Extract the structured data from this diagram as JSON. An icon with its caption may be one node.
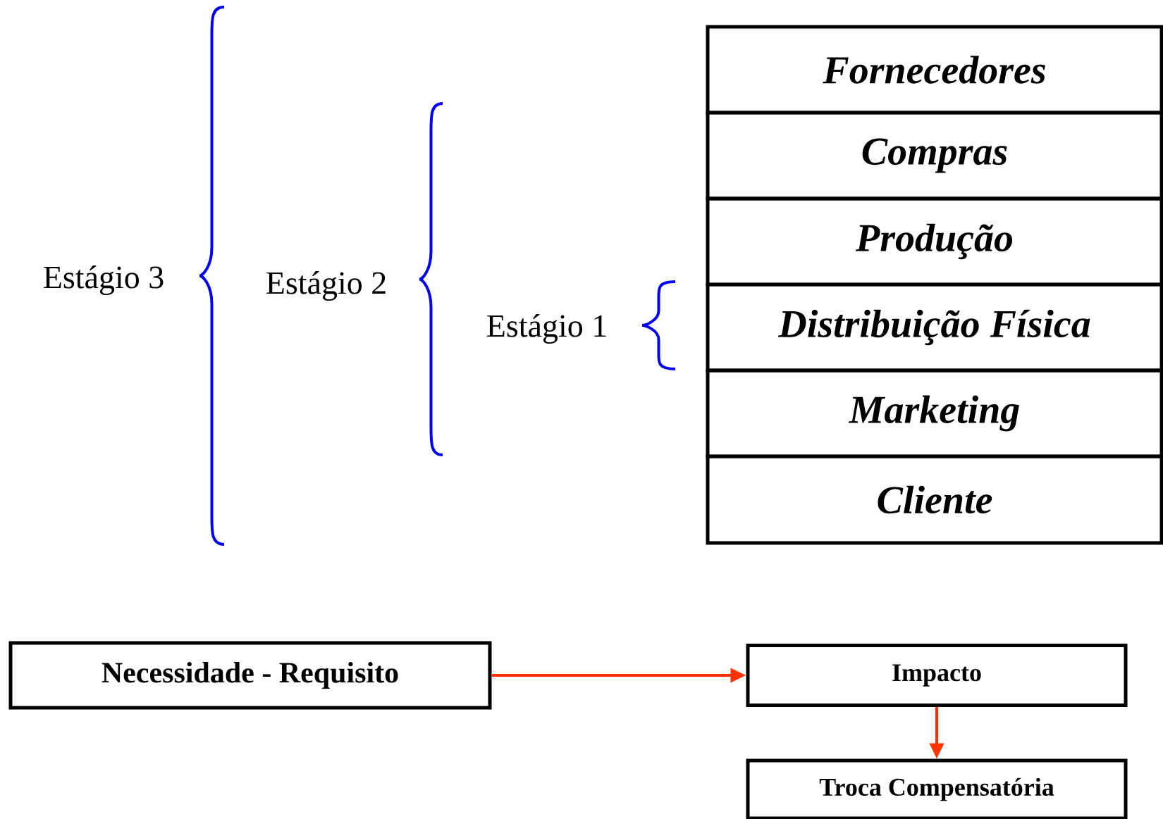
{
  "diagram": {
    "nodes": [
      {
        "text": [
          "Fornecedores"
        ]
      },
      {
        "text": [
          "Compras"
        ]
      },
      {
        "text": [
          "Produção"
        ]
      },
      {
        "text": [
          "Distribuição Física"
        ]
      },
      {
        "text": [
          "Marketing"
        ]
      },
      {
        "text": [
          "Cliente"
        ]
      },
      {
        "text": [
          "Necessidade - Requisito"
        ]
      },
      {
        "text": [
          "Impacto"
        ]
      },
      {
        "text": [
          "Troca Compensatória"
        ]
      }
    ],
    "edges": [
      {
        "from": 6,
        "to": 7,
        "arrow": "to"
      },
      {
        "from": 7,
        "to": 8,
        "arrow": "to"
      }
    ],
    "labels": [
      "Estágio 3",
      "Estágio 2",
      "Estágio 1"
    ]
  }
}
